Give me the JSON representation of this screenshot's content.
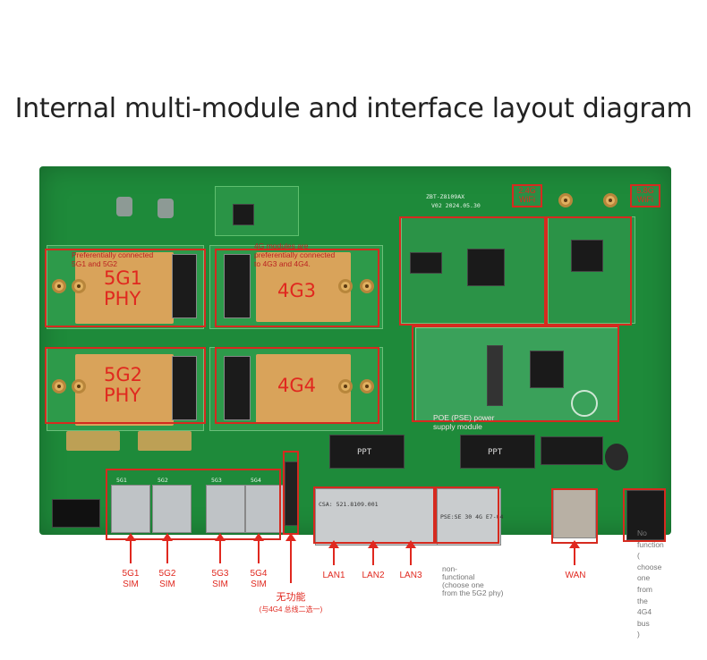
{
  "title": "Internal multi-module and interface layout diagram",
  "modules": [
    {
      "id": "5g1",
      "label": "5G1\nPHY",
      "note": "Preferentially connected\n5G1 and 5G2"
    },
    {
      "id": "4g3",
      "label": "4G3",
      "note": "4G modules are\npreferentially connected\nto 4G3 and 4G4."
    },
    {
      "id": "5g2",
      "label": "5G2\nPHY"
    },
    {
      "id": "4g4",
      "label": "4G4"
    }
  ],
  "wifi": {
    "w24": "2.4G\nWiFi",
    "w58": "5.8G\nWiFi"
  },
  "poe_note": "POE (PSE) power\nsupply module",
  "board_silk": {
    "model": "ZBT-Z8109AX",
    "date": "V02 2024.05.30",
    "lan_label": "CSA: 521.8109.001",
    "wan_tag": "PSE:SE 30 4G E7-04",
    "ppt1": "PPT",
    "ppt2": "PPT",
    "sim_tags": [
      "5G1",
      "5G2",
      "5G3",
      "5G4"
    ]
  },
  "bottom_labels": {
    "sim5g1": "5G1\nSIM",
    "sim5g2": "5G2\nSIM",
    "sim5g3": "5G3\nSIM",
    "sim5g4": "5G4\nSIM",
    "nofunc": "无功能",
    "nofunc_sub": "(与4G4 总线二选一)",
    "lan1": "LAN1",
    "lan2": "LAN2",
    "lan3": "LAN3",
    "nonfunc_lan": "non-\nfunctional\n(choose one\nfrom the 5G2 phy)",
    "wan": "WAN",
    "right_note": "No\nfunction\n(\nchoose\none\nfrom\nthe\n4G4\nbus\n)"
  },
  "colors": {
    "board": "#1e8a3a",
    "accent": "#e0281f",
    "module": "#d9a35a"
  }
}
